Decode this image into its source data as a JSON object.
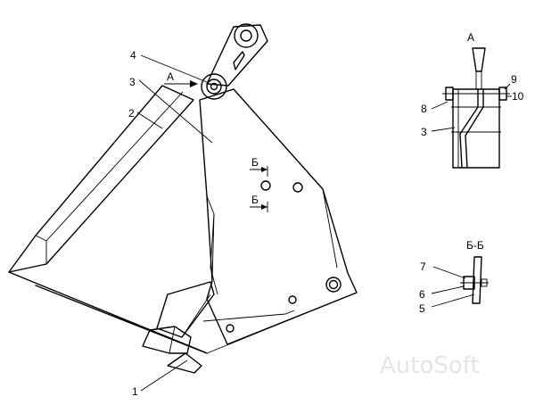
{
  "view_labels": {
    "arrow_a": "А",
    "arrow_b_upper": "Б",
    "arrow_b_lower": "Б",
    "section_a_title": "А",
    "section_bb_title": "Б-Б"
  },
  "callouts": {
    "main": [
      "1",
      "2",
      "3",
      "4"
    ],
    "view_a": [
      "8",
      "3",
      "9",
      "10"
    ],
    "view_bb": [
      "7",
      "6",
      "5"
    ]
  },
  "watermark": "AutoSoft"
}
